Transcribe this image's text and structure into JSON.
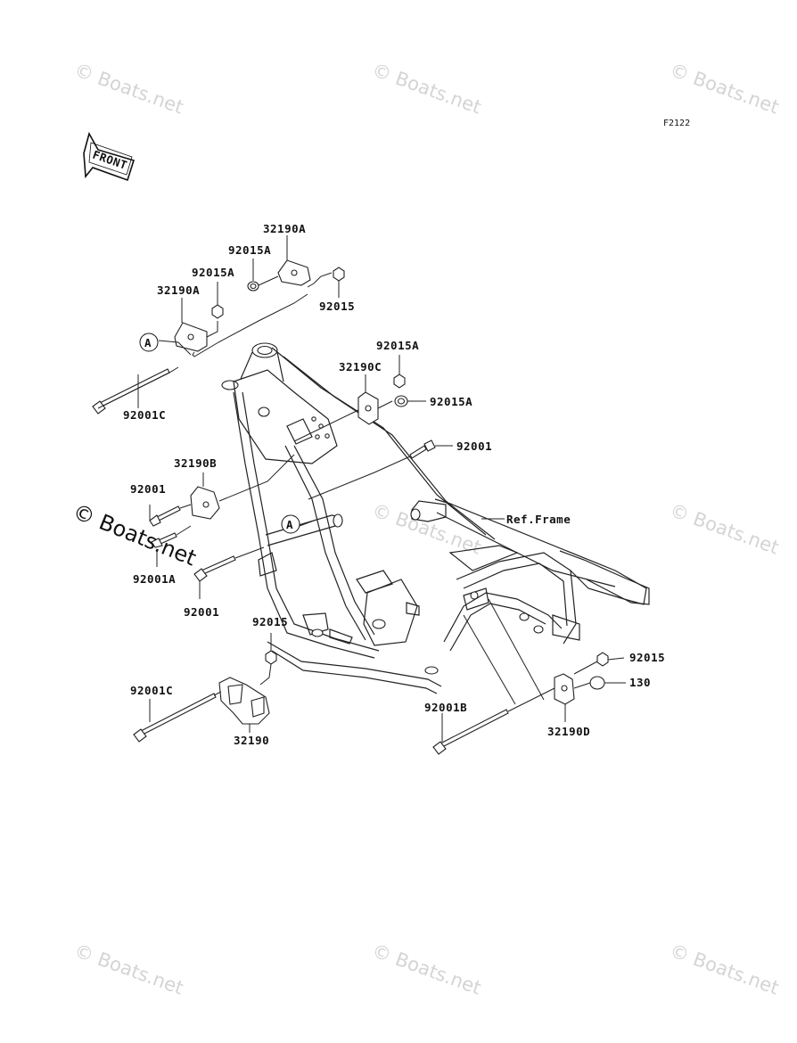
{
  "diagram_code": "F2122",
  "front_label": "FRONT",
  "ref_label": "Ref.Frame",
  "callout_a": "A",
  "watermark": "© Boats.net",
  "watermark_overlay": "© Boats.net",
  "parts": {
    "p32190A_top": "32190A",
    "p92015A_top": "92015A",
    "p92015A_mid": "92015A",
    "p32190A_left": "32190A",
    "p92015_top": "92015",
    "p92001C_top": "92001C",
    "p92015A_r1": "92015A",
    "p32190C": "32190C",
    "p92015A_r2": "92015A",
    "p92001_r": "92001",
    "p32190B": "32190B",
    "p92001_l": "92001",
    "p92001A": "92001A",
    "p92001_b": "92001",
    "p92015_b": "92015",
    "p92001C_b": "92001C",
    "p32190": "32190",
    "p92001B": "92001B",
    "p92015_br": "92015",
    "p130": "130",
    "p32190D": "32190D"
  }
}
